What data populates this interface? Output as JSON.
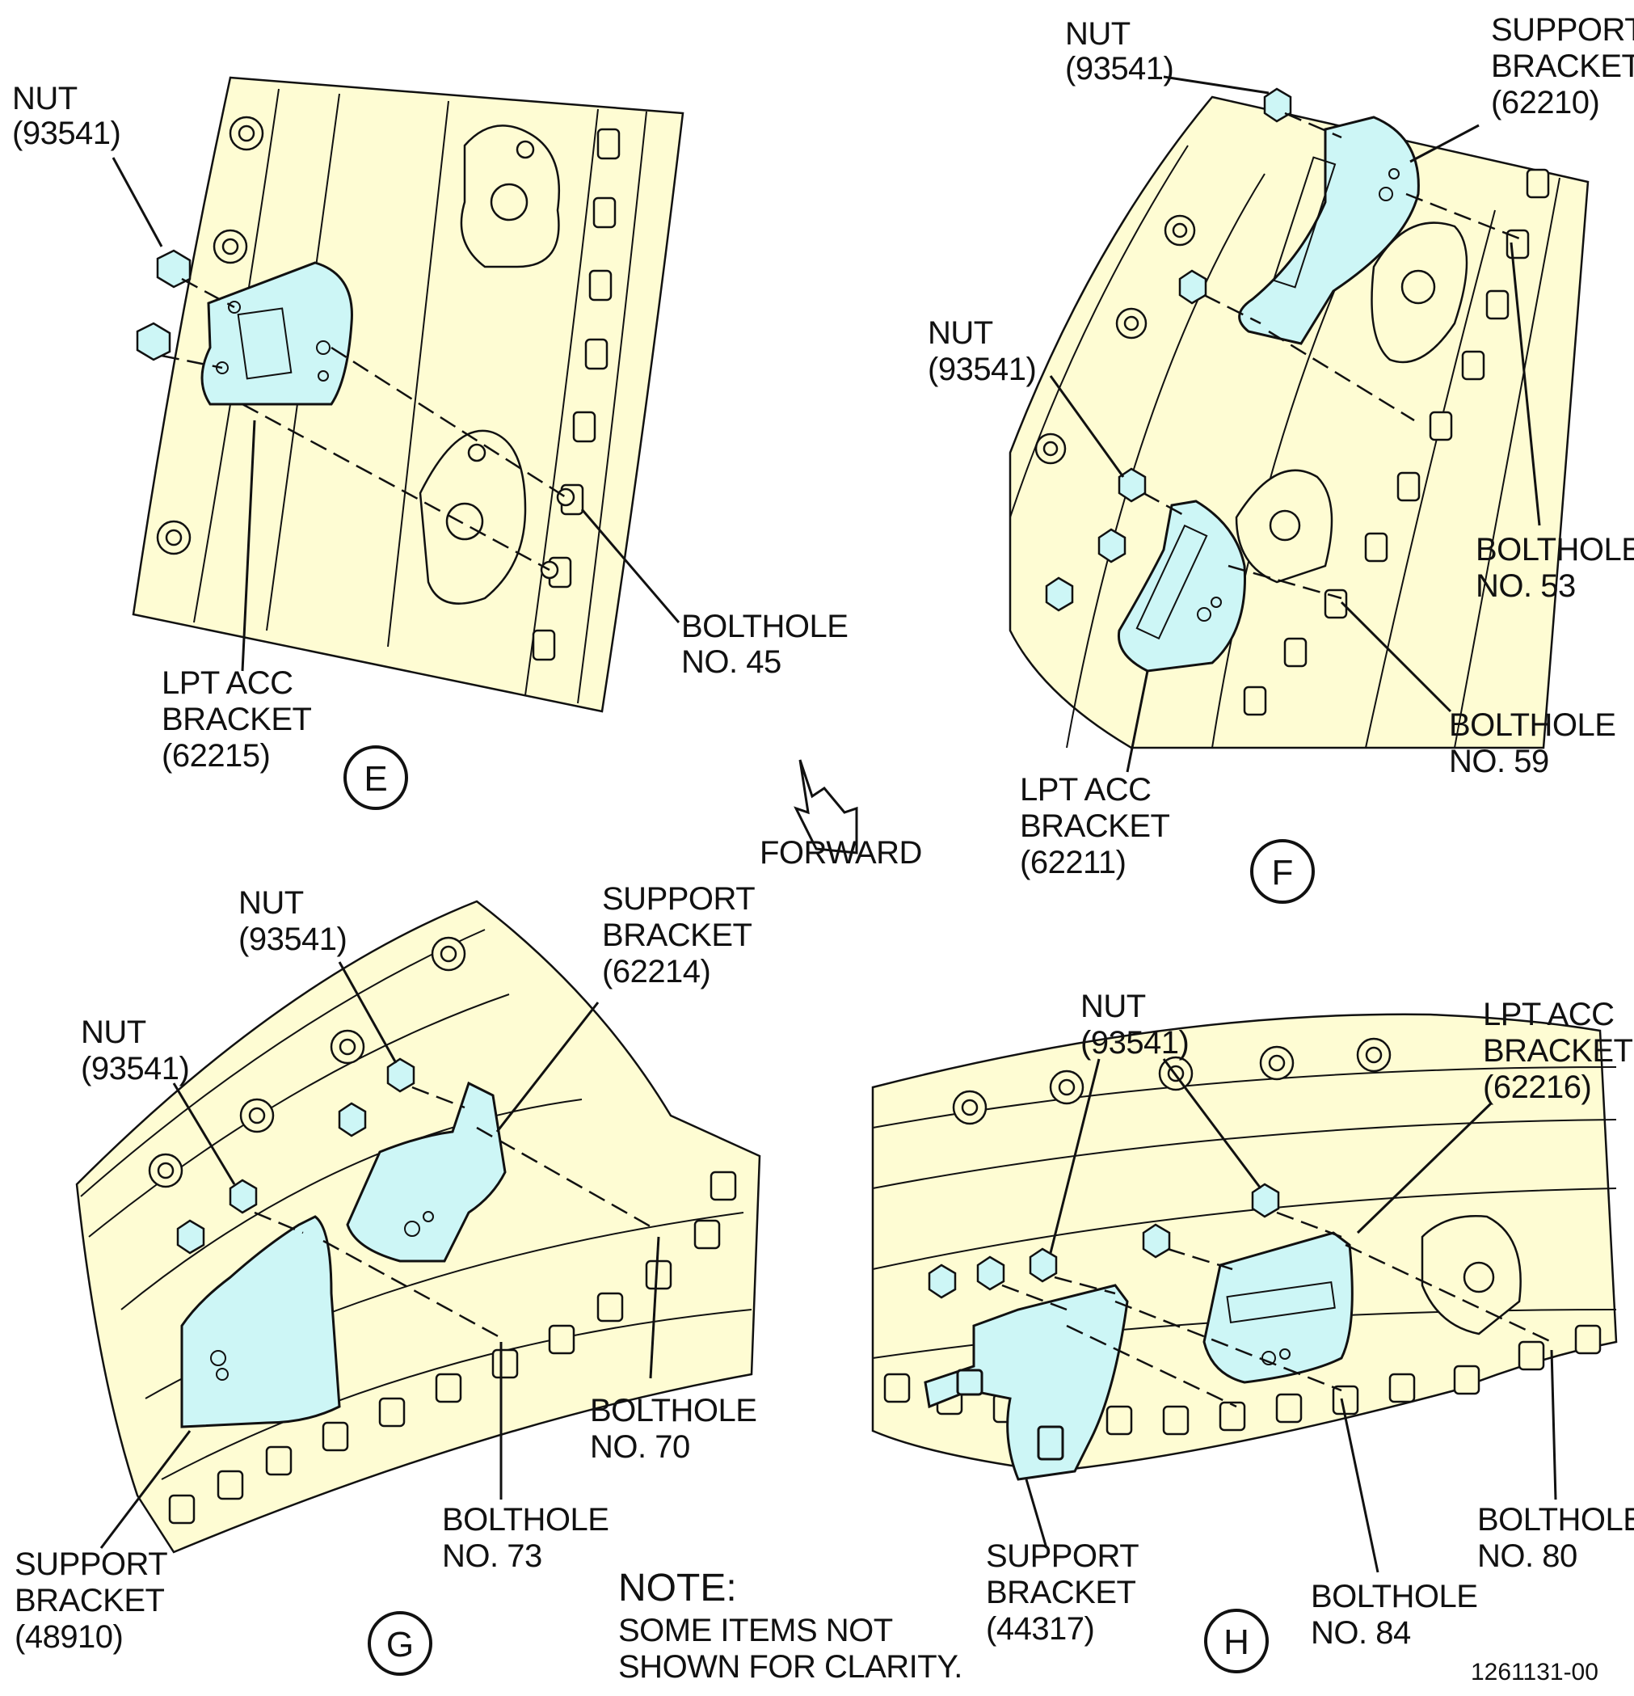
{
  "views": {
    "E": {
      "letter": "E",
      "nut": [
        "NUT",
        "(93541)"
      ],
      "bracket": [
        "LPT ACC",
        "BRACKET",
        "(62215)"
      ],
      "bolthole": [
        "BOLTHOLE",
        "NO. 45"
      ]
    },
    "F": {
      "letter": "F",
      "nut_top": [
        "NUT",
        "(93541)"
      ],
      "nut_mid": [
        "NUT",
        "(93541)"
      ],
      "support": [
        "SUPPORT",
        "BRACKET",
        "(62210)"
      ],
      "bolthole_a": [
        "BOLTHOLE",
        "NO. 53"
      ],
      "bolthole_b": [
        "BOLTHOLE",
        "NO. 59"
      ],
      "bracket": [
        "LPT ACC",
        "BRACKET",
        "(62211)"
      ]
    },
    "G": {
      "letter": "G",
      "nut_top": [
        "NUT",
        "(93541)"
      ],
      "nut_left": [
        "NUT",
        "(93541)"
      ],
      "support_top": [
        "SUPPORT",
        "BRACKET",
        "(62214)"
      ],
      "bolthole_a": [
        "BOLTHOLE",
        "NO. 70"
      ],
      "bolthole_b": [
        "BOLTHOLE",
        "NO. 73"
      ],
      "support_bottom": [
        "SUPPORT",
        "BRACKET",
        "(48910)"
      ]
    },
    "H": {
      "letter": "H",
      "nut": [
        "NUT",
        "(93541)"
      ],
      "bracket": [
        "LPT ACC",
        "BRACKET",
        "(62216)"
      ],
      "bolthole_a": [
        "BOLTHOLE",
        "NO. 80"
      ],
      "bolthole_b": [
        "BOLTHOLE",
        "NO. 84"
      ],
      "support": [
        "SUPPORT",
        "BRACKET",
        "(44317)"
      ]
    }
  },
  "forward_label": "FORWARD",
  "note": {
    "heading": "NOTE:",
    "lines": [
      "SOME ITEMS NOT",
      "SHOWN FOR CLARITY."
    ]
  },
  "figure_number": "1261131-00",
  "colors": {
    "engine_case": "#fefcd3",
    "part_highlight": "#cdf6f6",
    "line": "#111111"
  }
}
